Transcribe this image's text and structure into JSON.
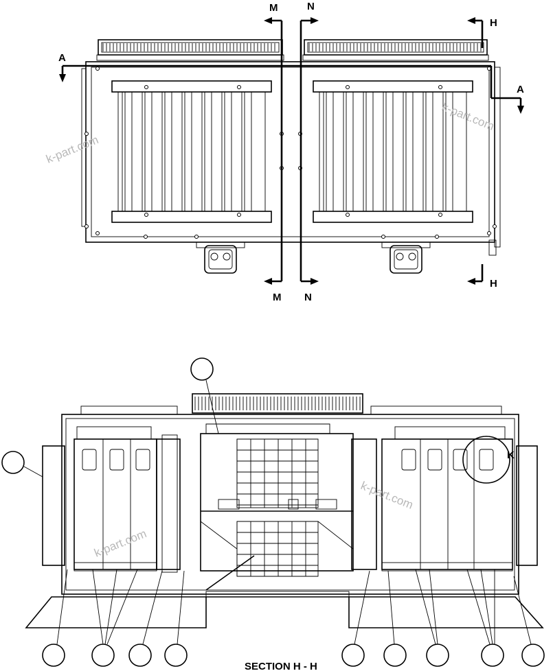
{
  "section_labels": {
    "m": "M",
    "n": "N",
    "h": "H",
    "a": "A",
    "k": "K"
  },
  "caption": "SECTION H - H",
  "watermark": "k-part.com"
}
